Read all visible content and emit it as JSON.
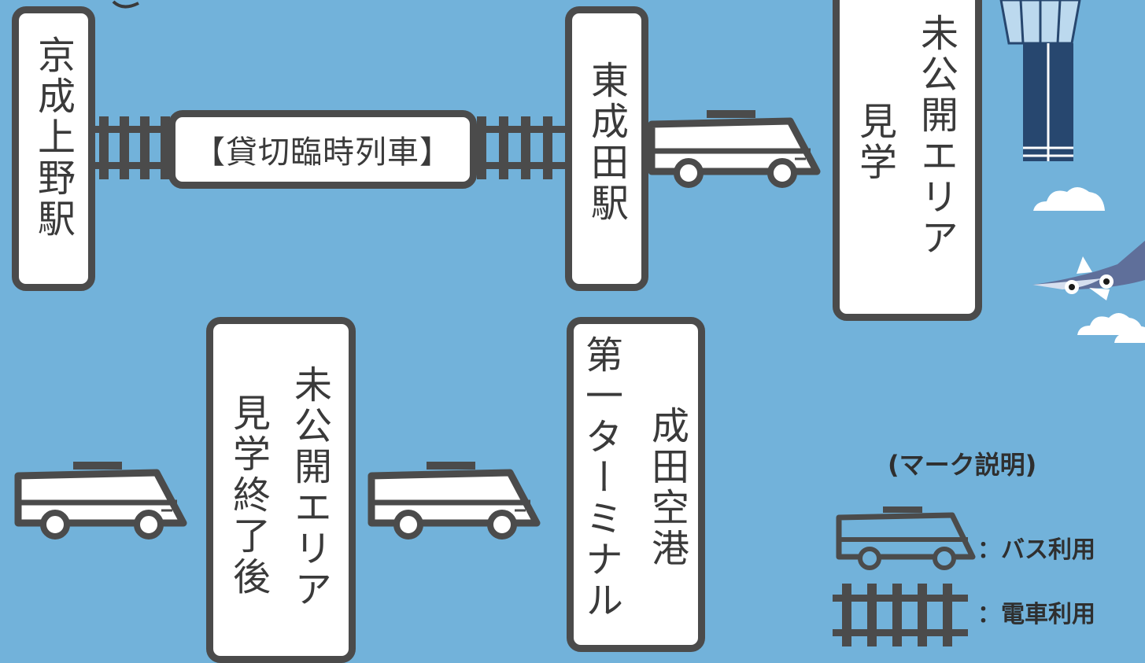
{
  "stations": {
    "keisei_ueno": "京成上野駅",
    "higashi_narita": "東成田駅",
    "restricted_area_1": "未公開エリア",
    "restricted_area_1b": "見学",
    "restricted_area_2": "未公開エリア",
    "restricted_area_2b": "見学終了後",
    "terminal1_a": "第一ターミナル",
    "terminal1_b": "成田空港"
  },
  "train_label": "【貸切臨時列車】",
  "legend": {
    "title": "(マーク説明)",
    "bus": "：バス利用",
    "train": "：電車利用"
  },
  "colors": {
    "background": "#72b2da",
    "outline": "#4b4b4b",
    "box_fill": "#ffffff",
    "tower": "#27476f",
    "cloud": "#ffffff"
  }
}
